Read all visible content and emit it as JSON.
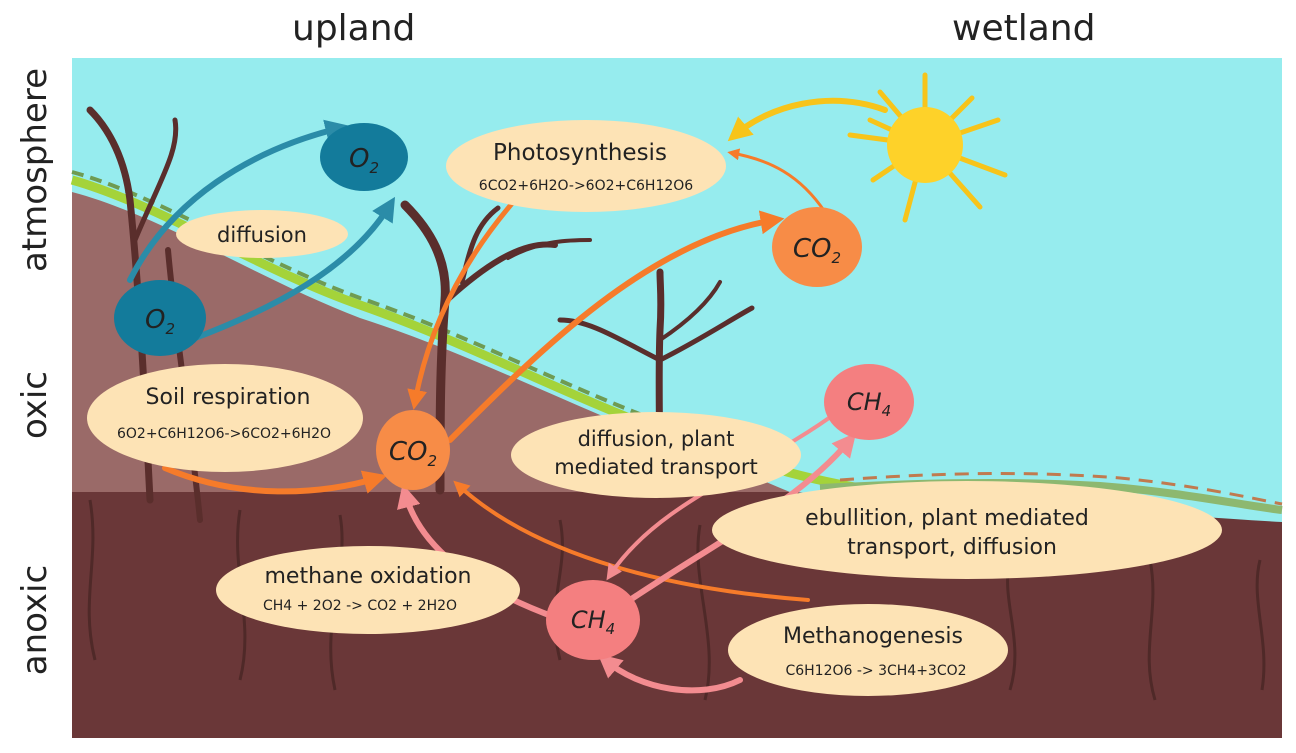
{
  "columns": {
    "upland": "upland",
    "wetland": "wetland"
  },
  "zones": {
    "atmosphere": "atmosphere",
    "oxic": "oxic",
    "anoxic": "anoxic"
  },
  "molecules": {
    "o2_top": {
      "main": "O",
      "sub": "2"
    },
    "o2_bottom": {
      "main": "O",
      "sub": "2"
    },
    "co2_sun": {
      "main": "CO",
      "sub": "2"
    },
    "co2_soil": {
      "main": "CO",
      "sub": "2"
    },
    "ch4_right": {
      "main": "CH",
      "sub": "4"
    },
    "ch4_center": {
      "main": "CH",
      "sub": "4"
    }
  },
  "processes": {
    "photosynthesis": {
      "label": "Photosynthesis",
      "equation": "6CO2+6H2O->6O2+C6H12O6"
    },
    "diffusion": {
      "label": "diffusion"
    },
    "soil_respiration": {
      "label": "Soil respiration",
      "equation": "6O2+C6H12O6->6CO2+6H2O"
    },
    "diffusion_plant": {
      "line1": "diffusion, plant",
      "line2": "mediated transport"
    },
    "ebullition": {
      "line1": "ebullition, plant mediated",
      "line2": "transport, diffusion"
    },
    "methane_oxidation": {
      "label": "methane oxidation",
      "equation": "CH4 + 2O2 -> CO2 + 2H2O"
    },
    "methanogenesis": {
      "label": "Methanogenesis",
      "equation": "C6H12O6 -> 3CH4+3CO2"
    }
  },
  "colors": {
    "sky": "#96ecee",
    "upland_soil": "#9a6a68",
    "anoxic_soil": "#6a3738",
    "process_bubble": "#fde3b5",
    "o2": "#137b9b",
    "co2": "#f78c47",
    "ch4": "#f47f80",
    "sun": "#fed229"
  }
}
